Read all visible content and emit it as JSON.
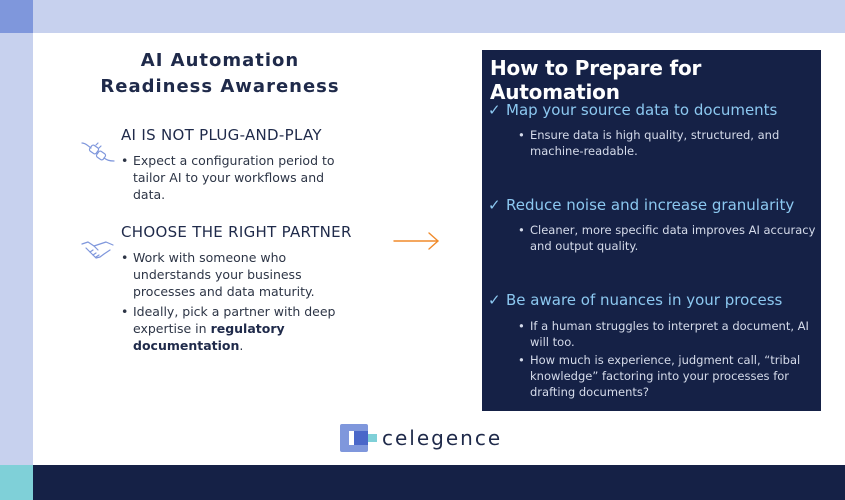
{
  "left": {
    "title_line1": "AI Automation",
    "title_line2": "Readiness Awareness",
    "section1": {
      "heading": "AI IS NOT PLUG-AND-PLAY",
      "bullet1": "Expect a configuration period to tailor AI to your workflows and data.",
      "icon": "plug-icon"
    },
    "section2": {
      "heading": "CHOOSE THE RIGHT PARTNER",
      "bullet1": "Work with someone who understands your business processes and data maturity.",
      "bullet2_pre": "Ideally, pick a partner with deep expertise in ",
      "bullet2_bold": "regulatory documentation",
      "bullet2_post": ".",
      "icon": "handshake-icon"
    }
  },
  "panel": {
    "title": "How to Prepare for Automation",
    "check": "✓",
    "bullet_char": "•",
    "items": [
      {
        "heading": "Map your source data to documents",
        "bullets": [
          "Ensure data is high quality, structured, and machine-readable."
        ]
      },
      {
        "heading": "Reduce noise and increase granularity",
        "bullets": [
          "Cleaner, more specific data improves AI accuracy and output quality."
        ]
      },
      {
        "heading": "Be aware of nuances in your process",
        "bullets": [
          "If a human struggles to interpret a document, AI will too.",
          "How much is experience, judgment call, “tribal knowledge” factoring into your processes for drafting documents?"
        ]
      }
    ]
  },
  "logo": {
    "text": "celegence"
  },
  "bullet_char": "•",
  "colors": {
    "navy": "#152146",
    "light_blue": "#c7d1ee",
    "accent_blue": "#7f97dc",
    "teal": "#7fd0d8",
    "heading_blue": "#8cc8f0",
    "arrow_orange": "#f08a2a"
  }
}
